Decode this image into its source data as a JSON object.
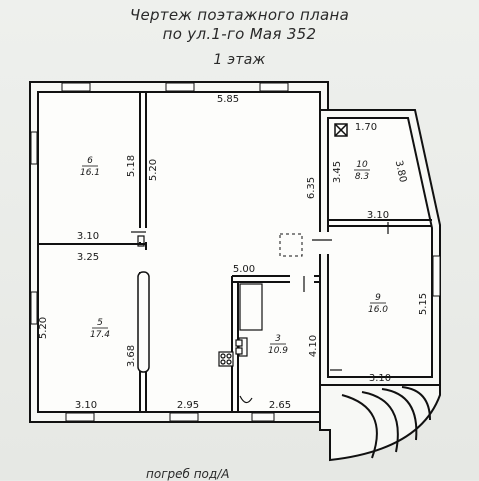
{
  "header": {
    "line1": "Чертеж поэтажного плана",
    "line2": "по ул.1-го Мая 352",
    "floor": "1 этаж"
  },
  "footer": {
    "text": "погреб под/А"
  },
  "dimensions": {
    "top_main": "5.85",
    "room6_right": "5.18",
    "inner_520_top": "5.20",
    "room6_bottom": "3.10",
    "room5_top": "3.25",
    "room5_left": "5.20",
    "inner_368": "3.68",
    "bottom_left": "3.10",
    "bottom_mid": "2.95",
    "bottom_right": "2.65",
    "room3_top": "5.00",
    "room3_right": "4.10",
    "main_right": "6.35",
    "room10_top": "1.70",
    "room10_left": "3.45",
    "room10_diag": "3.80",
    "room9_top": "3.10",
    "room9_right": "5.15",
    "porch_top": "3.10"
  },
  "rooms": {
    "r6": {
      "number": "6",
      "area": "16.1"
    },
    "r5": {
      "number": "5",
      "area": "17.4"
    },
    "r3": {
      "number": "3",
      "area": "10.9"
    },
    "r10": {
      "number": "10",
      "area": "8.3"
    },
    "r9": {
      "number": "9",
      "area": "16.0"
    }
  }
}
